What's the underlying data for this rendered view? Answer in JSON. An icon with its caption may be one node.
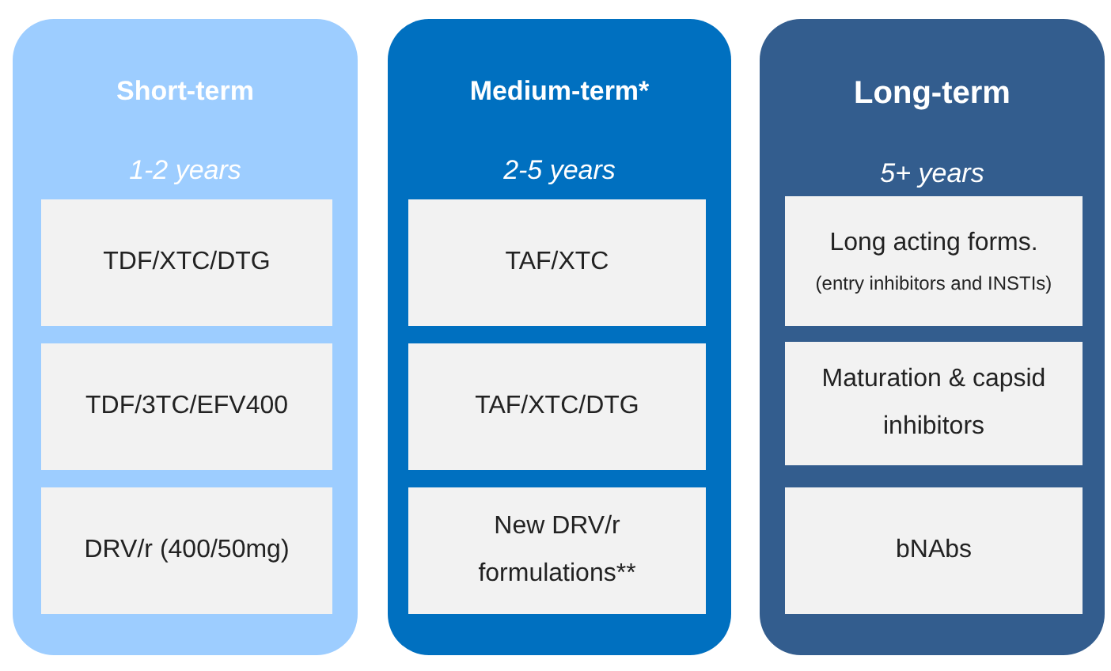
{
  "diagram": {
    "nodes": [
      {
        "text": [
          "Short-term",
          "1-2 years"
        ]
      },
      {
        "text": [
          "TDF/XTC/DTG"
        ],
        "in": 0
      },
      {
        "text": [
          "TDF/3TC/EFV400"
        ],
        "in": 0
      },
      {
        "text": [
          "DRV/r (400/50mg)"
        ],
        "in": 0
      },
      {
        "text": [
          "Medium-term*",
          "2-5 years"
        ]
      },
      {
        "text": [
          "TAF/XTC"
        ],
        "in": 4
      },
      {
        "text": [
          "TAF/XTC/DTG"
        ],
        "in": 4
      },
      {
        "text": [
          "New DRV/r formulations**"
        ],
        "in": 4
      },
      {
        "text": [
          "Long-term",
          "5+ years"
        ]
      },
      {
        "text": [
          "Long acting forms.",
          "(entry inhibitors and INSTIs)"
        ],
        "in": 8
      },
      {
        "text": [
          "Maturation & capsid inhibitors"
        ],
        "in": 8
      },
      {
        "text": [
          "bNAbs"
        ],
        "in": 8
      }
    ]
  }
}
